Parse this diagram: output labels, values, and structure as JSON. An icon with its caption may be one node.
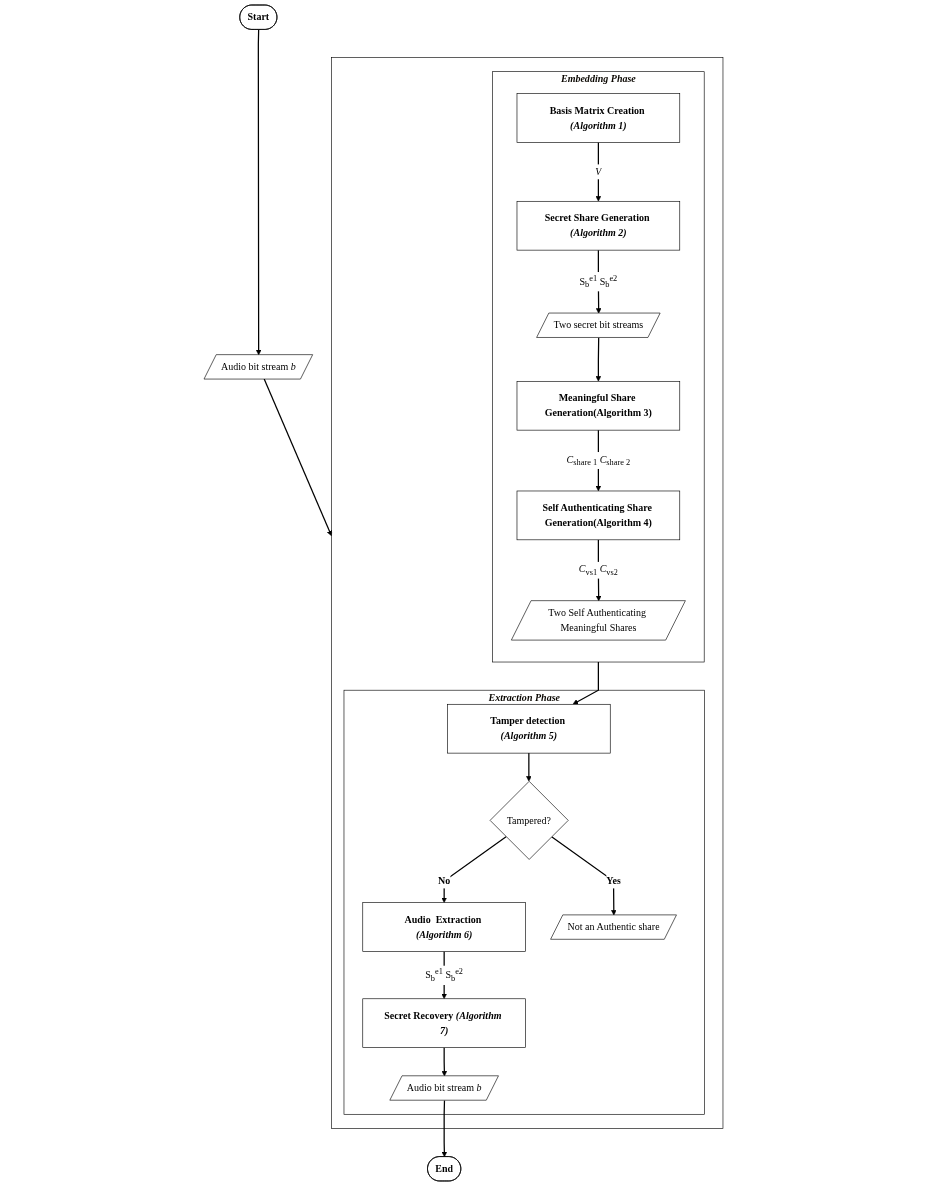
{
  "diagram": {
    "nodes": [
      {
        "text": [
          "Start"
        ]
      },
      {
        "text": [
          "Audio bit stream *b*"
        ]
      },
      {
        "text": [],
        "shape": "box"
      },
      {
        "text": [
          "Embedding Phase"
        ],
        "in": 2
      },
      {
        "text": [
          "Secret Share Generation *(Algorithm 2)*"
        ],
        "in": 3
      },
      {
        "text": [
          "Basis Matrix Creation *(Algorithm 1)*"
        ],
        "in": 3
      },
      {
        "text": [
          "Two secret bit streams"
        ],
        "in": 3
      },
      {
        "text": [
          "Meaningful Share Generation(Algorithm 3)"
        ],
        "in": 3
      },
      {
        "text": [
          "Two Self Authenticating Meaningful Shares"
        ],
        "in": 3
      },
      {
        "text": [
          "Self Authenticating Share Generation(Algorithm 4)"
        ],
        "in": 3
      },
      {
        "text": [
          "Extraction Phase"
        ],
        "in": 2
      },
      {
        "text": [
          "Tamper detection *(Algorithm 5)*"
        ],
        "in": 10
      },
      {
        "text": [
          "Tampered?"
        ],
        "in": 10
      },
      {
        "text": [
          "Audio  Extraction *(Algorithm 6)*"
        ],
        "in": 10
      },
      {
        "text": [
          "Not an Authentic share"
        ],
        "in": 10
      },
      {
        "text": [
          "Secret Recovery *(Algorithm 7)*"
        ],
        "in": 10
      },
      {
        "text": [
          "Audio bit stream *b*"
        ],
        "in": 10
      },
      {
        "text": [
          "End"
        ]
      }
    ],
    "edges": [
      {
        "from": 0,
        "to": 1,
        "arrow": "to"
      },
      {
        "from": 1,
        "to": 2,
        "arrow": "to"
      },
      {
        "from": 5,
        "to": 4,
        "arrow": "to",
        "label": "*V*"
      },
      {
        "from": 4,
        "to": 6,
        "arrow": "to",
        "label": "S$_{b}$$^{e1}$  S$_{b}$$^{e2}$"
      },
      {
        "from": 6,
        "to": 7,
        "arrow": "to"
      },
      {
        "from": 7,
        "to": 9,
        "arrow": "to",
        "label": "*C*$_{share 1}$ *C*$_{share 2}$"
      },
      {
        "from": 9,
        "to": 8,
        "arrow": "to",
        "label": "*C*$_{vs1}$  *C*$_{vs2}$"
      },
      {
        "from": 3,
        "to": 11,
        "arrow": "to"
      },
      {
        "from": 11,
        "to": 12,
        "arrow": "to"
      },
      {
        "from": 12,
        "to": 13,
        "arrow": "to",
        "label": "**No**"
      },
      {
        "from": 12,
        "to": 14,
        "arrow": "to",
        "label": "**Yes**"
      },
      {
        "from": 13,
        "to": 15,
        "arrow": "to",
        "label": "S$_{b}$$^{e1}$  S$_{b}$$^{e2}$"
      },
      {
        "from": 15,
        "to": 16,
        "arrow": "to"
      },
      {
        "from": 16,
        "to": 17,
        "arrow": "to"
      }
    ]
  }
}
